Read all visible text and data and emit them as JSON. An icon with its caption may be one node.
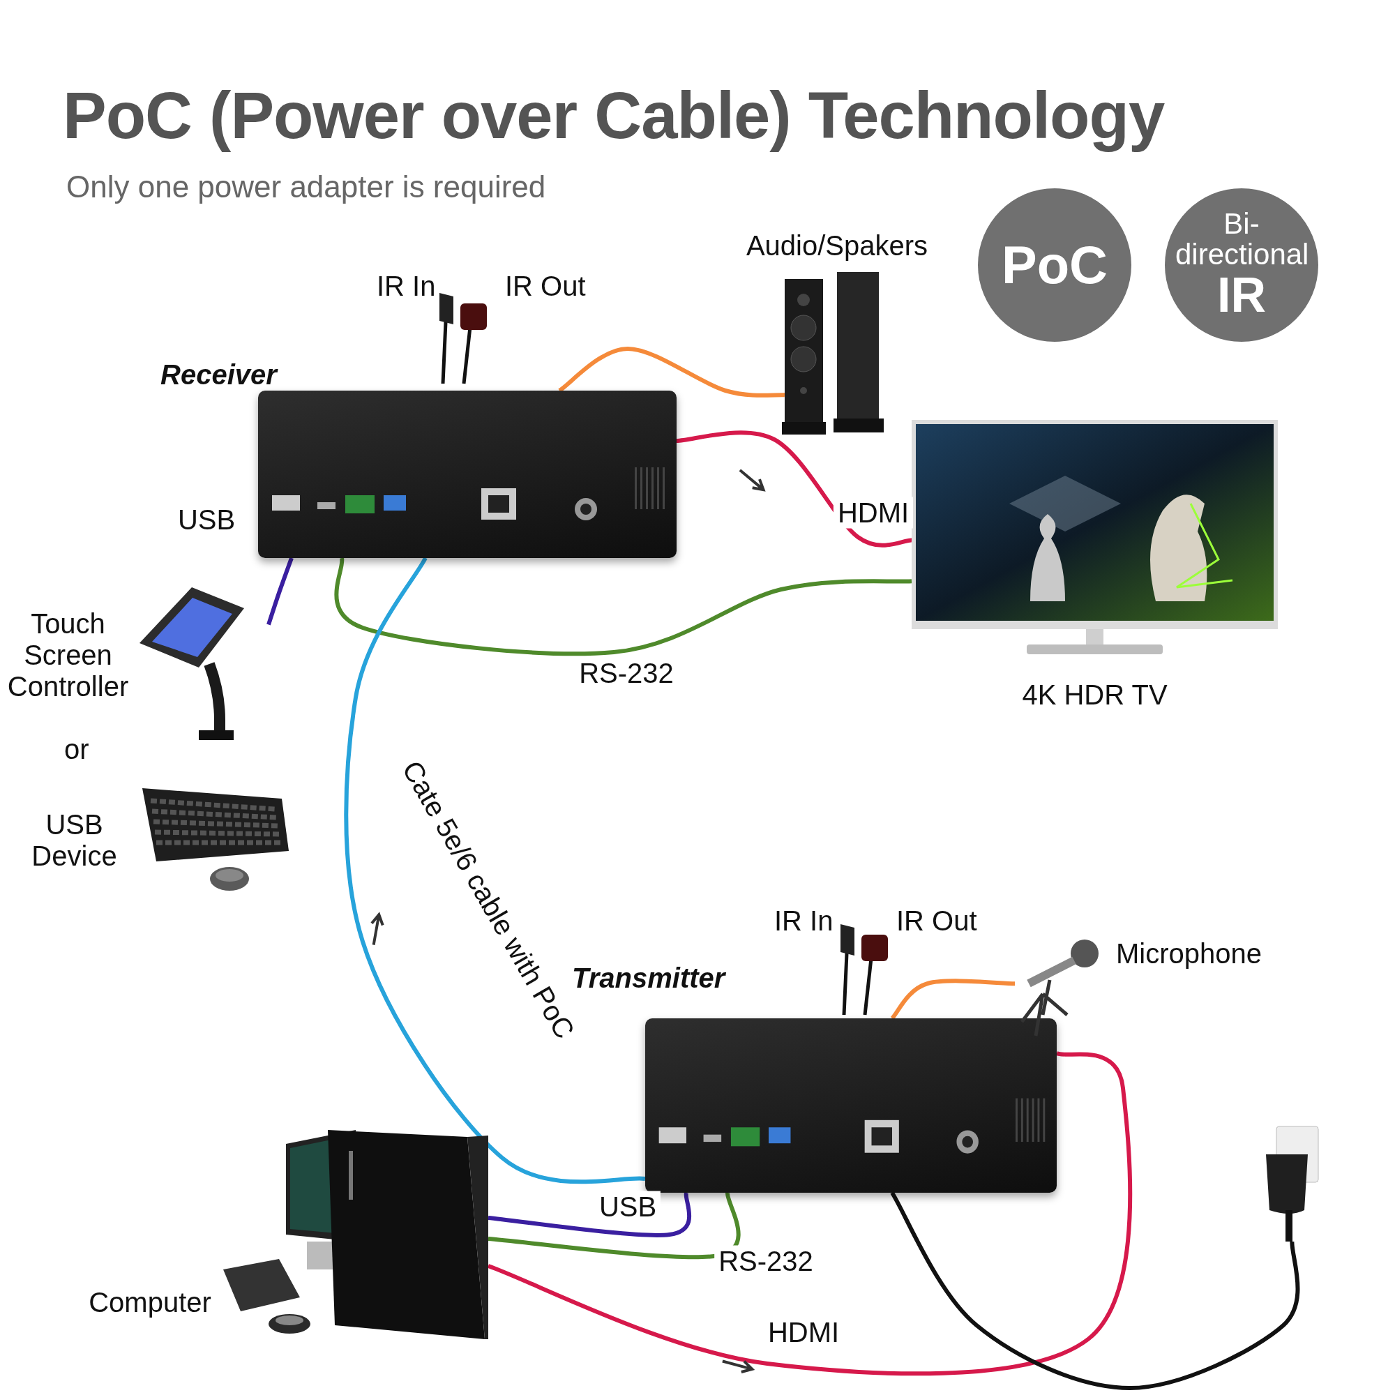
{
  "diagram": {
    "title": "PoC (Power over Cable) Technology",
    "nodes": [
      {
        "text": [
          "Receiver"
        ]
      },
      {
        "text": [
          "Audio/Spakers"
        ]
      },
      {
        "text": [
          "PoC"
        ]
      },
      {
        "text": [
          "Bi-directional",
          "IR"
        ]
      },
      {
        "text": [
          "4K HDR TV"
        ]
      },
      {
        "text": [
          "Touch Screen Controller"
        ]
      },
      {
        "text": [
          "USB Device"
        ]
      },
      {
        "text": [
          "Transmitter"
        ]
      },
      {
        "text": [
          "Microphone"
        ]
      },
      {
        "text": [
          "Computer"
        ]
      },
      {
        "text": [],
        "shape": "picture"
      }
    ],
    "edges": [
      {
        "from": 0,
        "to": 1,
        "arrow": "none",
        "color": "#f58a3a"
      },
      {
        "from": 0,
        "to": 4,
        "arrow": "none",
        "label": "HDMI",
        "color": "#d6194b"
      },
      {
        "from": 0,
        "to": 4,
        "arrow": "none",
        "label": "RS-232",
        "color": "#4f8a2b"
      },
      {
        "from": 0,
        "to": 5,
        "arrow": "none",
        "label": "USB",
        "color": "#3a1fa0"
      },
      {
        "from": 7,
        "to": 0,
        "arrow": "none",
        "label": "Cate 5e/6 cable with PoC",
        "color": "#27a3db"
      },
      {
        "from": 8,
        "to": 7,
        "arrow": "none",
        "color": "#f58a3a"
      },
      {
        "from": 9,
        "to": 7,
        "arrow": "none",
        "label": "USB",
        "color": "#3a1fa0"
      },
      {
        "from": 9,
        "to": 7,
        "arrow": "none",
        "label": "RS-232",
        "color": "#4f8a2b"
      },
      {
        "from": 9,
        "to": 7,
        "arrow": "none",
        "label": "HDMI",
        "color": "#d6194b"
      },
      {
        "from": 7,
        "to": 10,
        "arrow": "none",
        "color": "#111111"
      }
    ],
    "labels": [
      "Only one power adapter is required",
      "IR In",
      "IR Out",
      "or",
      "IR In",
      "IR Out"
    ]
  }
}
